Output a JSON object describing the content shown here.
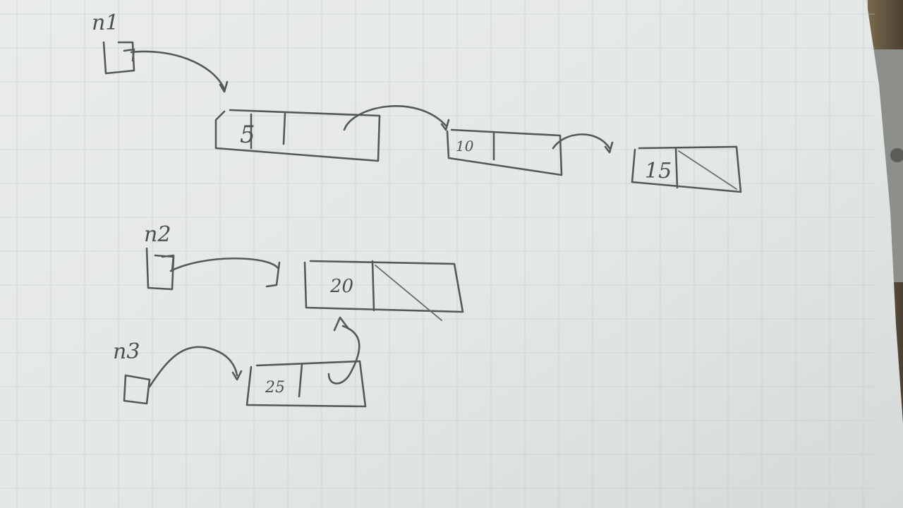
{
  "variables": [
    {
      "label": "n1"
    },
    {
      "label": "n2"
    },
    {
      "label": "n3"
    }
  ],
  "nodes": [
    {
      "value": "5",
      "next": "pointer"
    },
    {
      "value": "10",
      "next": "pointer"
    },
    {
      "value": "15",
      "next": "null"
    },
    {
      "value": "20",
      "next": "null"
    },
    {
      "value": "25",
      "next": "pointer"
    }
  ],
  "colors": {
    "paper": "#e4e8e7",
    "pencil": "#555a58",
    "desk": "#6b5f48"
  }
}
